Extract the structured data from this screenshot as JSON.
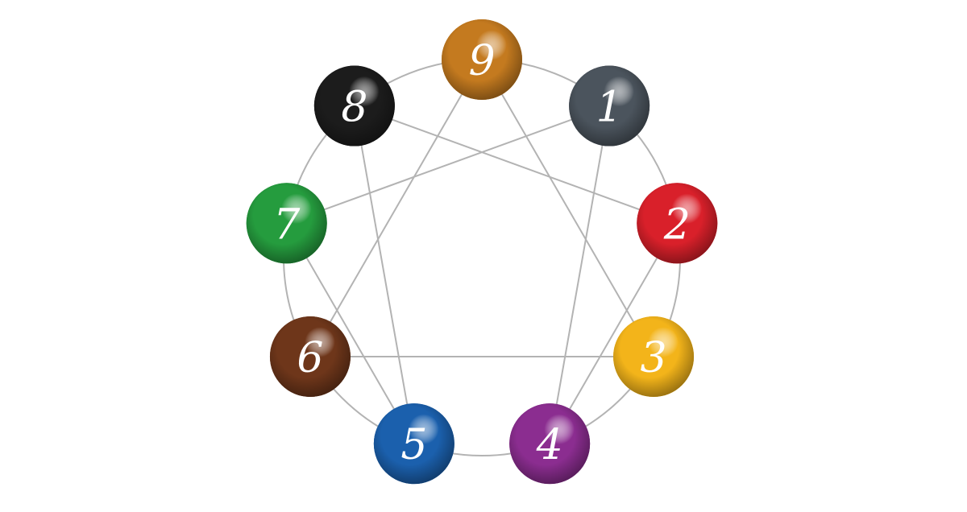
{
  "diagram": {
    "title_hidden": false,
    "nodes": [
      {
        "label": "9",
        "color": "#c47a1f"
      },
      {
        "label": "1",
        "color": "#4b545d"
      },
      {
        "label": "2",
        "color": "#d9202a"
      },
      {
        "label": "3",
        "color": "#f3b41a"
      },
      {
        "label": "4",
        "color": "#8b2d90"
      },
      {
        "label": "5",
        "color": "#1b60ad"
      },
      {
        "label": "6",
        "color": "#6e361a"
      },
      {
        "label": "7",
        "color": "#259c3e"
      },
      {
        "label": "8",
        "color": "#1c1c1c"
      }
    ],
    "connections": [
      [
        "9",
        "3"
      ],
      [
        "3",
        "6"
      ],
      [
        "6",
        "9"
      ],
      [
        "1",
        "4"
      ],
      [
        "4",
        "2"
      ],
      [
        "2",
        "8"
      ],
      [
        "8",
        "5"
      ],
      [
        "5",
        "7"
      ],
      [
        "7",
        "1"
      ]
    ],
    "line_color": "#b3b3b3"
  }
}
